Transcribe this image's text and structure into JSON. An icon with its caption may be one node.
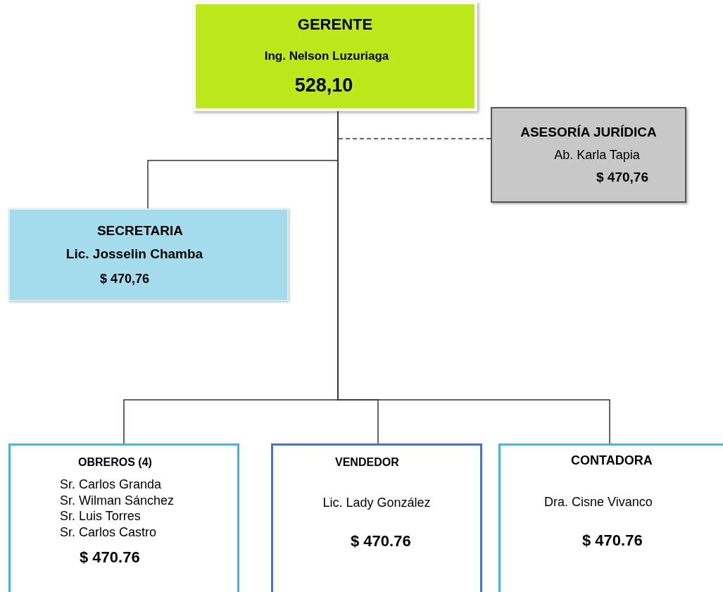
{
  "diagram": {
    "nodes": [
      {
        "text": [
          "GERENTE",
          "Ing. Nelson Luzuriaga",
          "528,10"
        ]
      },
      {
        "text": [
          "ASESORÍA JURÍDICA",
          "Ab. Karla Tapia",
          "$ 470,76"
        ]
      },
      {
        "text": [
          "SECRETARIA",
          "Lic. Josselin Chamba",
          "$ 470,76"
        ]
      },
      {
        "text": [
          "OBREROS (4)",
          "Sr. Carlos Granda",
          "Sr. Wilman Sánchez",
          "Sr. Luis Torres",
          "Sr. Carlos Castro",
          "$ 470.76"
        ]
      },
      {
        "text": [
          "VENDEDOR",
          "Lic. Lady González",
          "$ 470.76"
        ]
      },
      {
        "text": [
          "CONTADORA",
          "Dra. Cisne Vivanco",
          "$ 470.76"
        ]
      }
    ],
    "edges": [
      {
        "from": 0,
        "to": 1,
        "arrow": "none",
        "style": "dashed"
      },
      {
        "from": 0,
        "to": 2,
        "arrow": "none"
      },
      {
        "from": 0,
        "to": 3,
        "arrow": "none"
      },
      {
        "from": 0,
        "to": 4,
        "arrow": "none"
      },
      {
        "from": 0,
        "to": 5,
        "arrow": "none"
      }
    ]
  }
}
